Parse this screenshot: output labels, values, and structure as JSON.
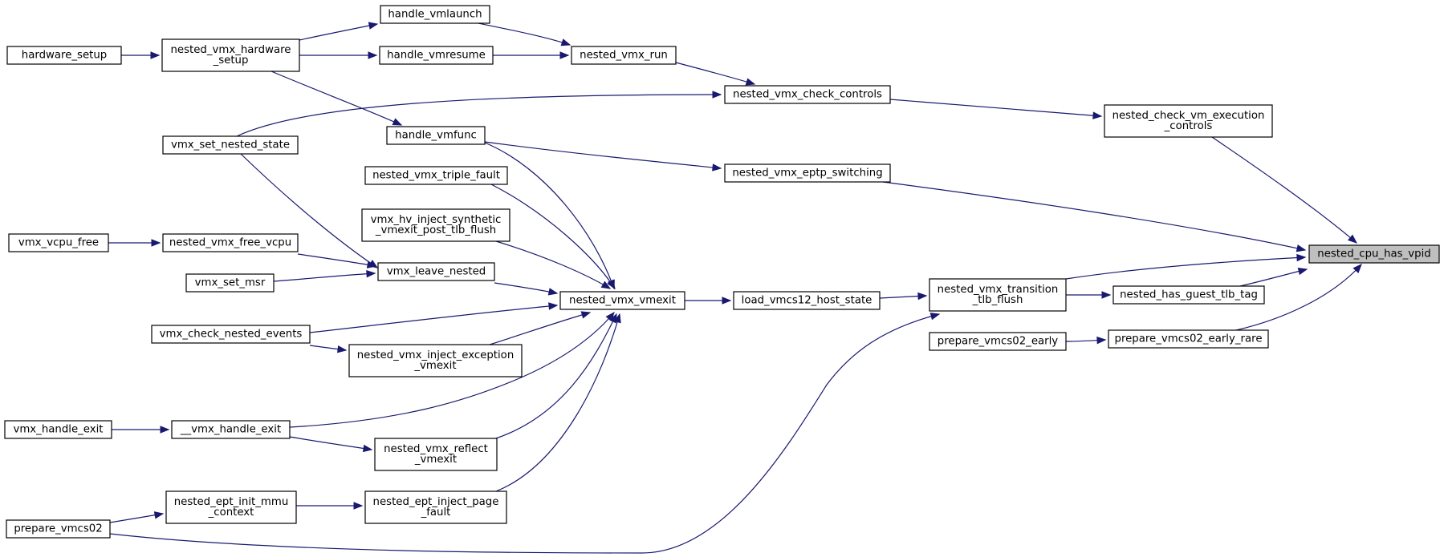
{
  "nodes": {
    "nested_cpu_has_vpid": [
      "nested_cpu_has_vpid"
    ],
    "nested_check_vm_execution_controls": [
      "nested_check_vm_execution",
      "_controls"
    ],
    "nested_vmx_eptp_switching": [
      "nested_vmx_eptp_switching"
    ],
    "nested_vmx_transition_tlb_flush": [
      "nested_vmx_transition",
      "_tlb_flush"
    ],
    "nested_has_guest_tlb_tag": [
      "nested_has_guest_tlb_tag"
    ],
    "prepare_vmcs02_early_rare": [
      "prepare_vmcs02_early_rare"
    ],
    "prepare_vmcs02_early": [
      "prepare_vmcs02_early"
    ],
    "nested_vmx_check_controls": [
      "nested_vmx_check_controls"
    ],
    "nested_vmx_run": [
      "nested_vmx_run"
    ],
    "handle_vmlaunch": [
      "handle_vmlaunch"
    ],
    "handle_vmresume": [
      "handle_vmresume"
    ],
    "nested_vmx_hardware_setup": [
      "nested_vmx_hardware",
      "_setup"
    ],
    "hardware_setup": [
      "hardware_setup"
    ],
    "handle_vmfunc": [
      "handle_vmfunc"
    ],
    "vmx_set_nested_state": [
      "vmx_set_nested_state"
    ],
    "nested_vmx_triple_fault": [
      "nested_vmx_triple_fault"
    ],
    "vmx_hv_inject_synthetic": [
      "vmx_hv_inject_synthetic",
      "_vmexit_post_tlb_flush"
    ],
    "nested_vmx_free_vcpu": [
      "nested_vmx_free_vcpu"
    ],
    "vmx_vcpu_free": [
      "vmx_vcpu_free"
    ],
    "vmx_leave_nested": [
      "vmx_leave_nested"
    ],
    "vmx_set_msr": [
      "vmx_set_msr"
    ],
    "nested_vmx_vmexit": [
      "nested_vmx_vmexit"
    ],
    "load_vmcs12_host_state": [
      "load_vmcs12_host_state"
    ],
    "vmx_check_nested_events": [
      "vmx_check_nested_events"
    ],
    "nested_vmx_inject_exception_vmexit": [
      "nested_vmx_inject_exception",
      "_vmexit"
    ],
    "vmx_handle_exit": [
      "vmx_handle_exit"
    ],
    "__vmx_handle_exit": [
      "__vmx_handle_exit"
    ],
    "nested_vmx_reflect_vmexit": [
      "nested_vmx_reflect",
      "_vmexit"
    ],
    "nested_ept_init_mmu_context": [
      "nested_ept_init_mmu",
      "_context"
    ],
    "nested_ept_inject_page_fault": [
      "nested_ept_inject_page",
      "_fault"
    ],
    "prepare_vmcs02": [
      "prepare_vmcs02"
    ]
  },
  "root": "nested_cpu_has_vpid",
  "edges": [
    [
      "nested_check_vm_execution_controls",
      "nested_cpu_has_vpid"
    ],
    [
      "nested_vmx_eptp_switching",
      "nested_cpu_has_vpid"
    ],
    [
      "nested_vmx_transition_tlb_flush",
      "nested_cpu_has_vpid"
    ],
    [
      "nested_has_guest_tlb_tag",
      "nested_cpu_has_vpid"
    ],
    [
      "prepare_vmcs02_early_rare",
      "nested_cpu_has_vpid"
    ],
    [
      "nested_vmx_check_controls",
      "nested_check_vm_execution_controls"
    ],
    [
      "nested_vmx_run",
      "nested_vmx_check_controls"
    ],
    [
      "vmx_set_nested_state",
      "nested_vmx_check_controls"
    ],
    [
      "handle_vmlaunch",
      "nested_vmx_run"
    ],
    [
      "handle_vmresume",
      "nested_vmx_run"
    ],
    [
      "nested_vmx_hardware_setup",
      "handle_vmlaunch"
    ],
    [
      "nested_vmx_hardware_setup",
      "handle_vmresume"
    ],
    [
      "nested_vmx_hardware_setup",
      "handle_vmfunc"
    ],
    [
      "hardware_setup",
      "nested_vmx_hardware_setup"
    ],
    [
      "handle_vmfunc",
      "nested_vmx_eptp_switching"
    ],
    [
      "load_vmcs12_host_state",
      "nested_vmx_transition_tlb_flush"
    ],
    [
      "prepare_vmcs02",
      "nested_vmx_transition_tlb_flush"
    ],
    [
      "nested_vmx_transition_tlb_flush",
      "nested_has_guest_tlb_tag"
    ],
    [
      "prepare_vmcs02_early",
      "prepare_vmcs02_early_rare"
    ],
    [
      "nested_vmx_vmexit",
      "load_vmcs12_host_state"
    ],
    [
      "handle_vmfunc",
      "nested_vmx_vmexit"
    ],
    [
      "nested_vmx_triple_fault",
      "nested_vmx_vmexit"
    ],
    [
      "vmx_hv_inject_synthetic",
      "nested_vmx_vmexit"
    ],
    [
      "vmx_leave_nested",
      "nested_vmx_vmexit"
    ],
    [
      "vmx_check_nested_events",
      "nested_vmx_vmexit"
    ],
    [
      "nested_vmx_inject_exception_vmexit",
      "nested_vmx_vmexit"
    ],
    [
      "__vmx_handle_exit",
      "nested_vmx_vmexit"
    ],
    [
      "nested_vmx_reflect_vmexit",
      "nested_vmx_vmexit"
    ],
    [
      "nested_ept_inject_page_fault",
      "nested_vmx_vmexit"
    ],
    [
      "vmx_set_nested_state",
      "vmx_leave_nested"
    ],
    [
      "nested_vmx_free_vcpu",
      "vmx_leave_nested"
    ],
    [
      "vmx_set_msr",
      "vmx_leave_nested"
    ],
    [
      "vmx_vcpu_free",
      "nested_vmx_free_vcpu"
    ],
    [
      "vmx_check_nested_events",
      "nested_vmx_inject_exception_vmexit"
    ],
    [
      "vmx_handle_exit",
      "__vmx_handle_exit"
    ],
    [
      "__vmx_handle_exit",
      "nested_vmx_reflect_vmexit"
    ],
    [
      "nested_ept_init_mmu_context",
      "nested_ept_inject_page_fault"
    ],
    [
      "prepare_vmcs02",
      "nested_ept_init_mmu_context"
    ]
  ],
  "colors": {
    "edge": "#191970",
    "node_border": "#000000",
    "root_fill": "#bfbfbf",
    "node_fill": "#ffffff"
  }
}
